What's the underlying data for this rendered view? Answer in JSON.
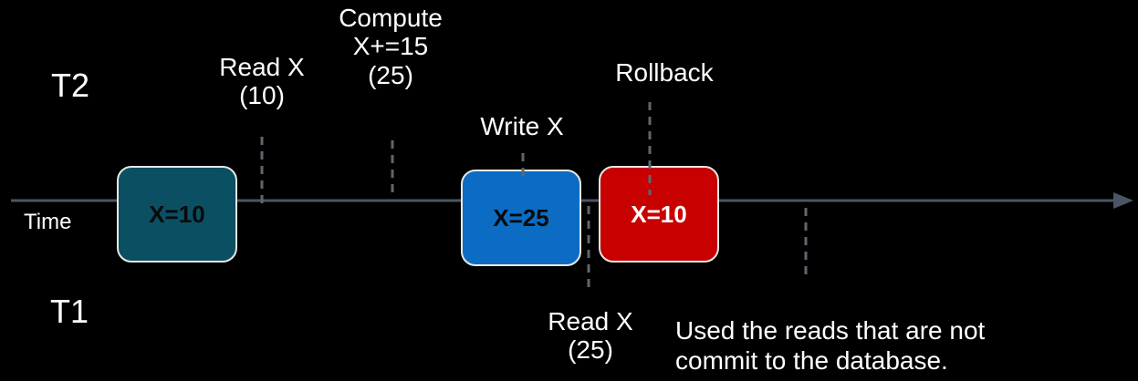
{
  "rows": {
    "top_label": "T2",
    "bottom_label": "T1"
  },
  "axis": {
    "label": "Time",
    "line_color": "#4a5566"
  },
  "events": {
    "read_x_10": "Read X\n(10)",
    "compute": "Compute\nX+=15\n(25)",
    "write_x": "Write X",
    "rollback": "Rollback",
    "read_x_25": "Read X\n(25)"
  },
  "states": [
    {
      "label": "X=10",
      "color": "#0b4f63"
    },
    {
      "label": "X=25",
      "color": "#0c6cc4"
    },
    {
      "label": "X=10",
      "color": "#c80000"
    }
  ],
  "note": "Used the reads that are not\ncommit to the database."
}
